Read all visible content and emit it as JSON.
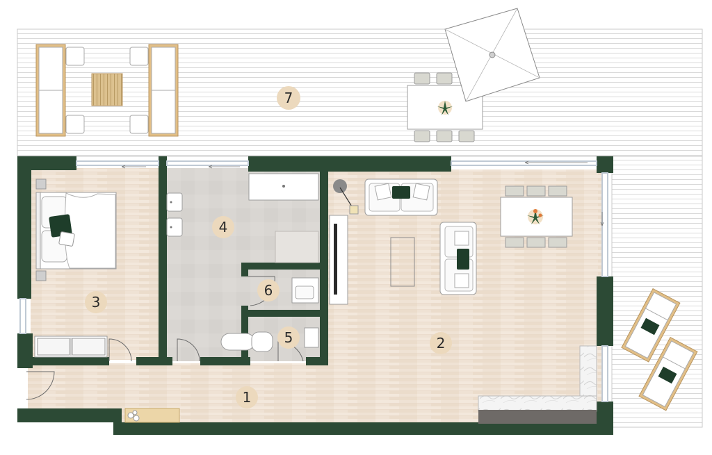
{
  "rooms": [
    {
      "id": "1",
      "label": "1"
    },
    {
      "id": "2",
      "label": "2"
    },
    {
      "id": "3",
      "label": "3"
    },
    {
      "id": "4",
      "label": "4"
    },
    {
      "id": "5",
      "label": "5"
    },
    {
      "id": "6",
      "label": "6"
    },
    {
      "id": "7",
      "label": "7"
    }
  ],
  "colors": {
    "wall": "#2c4a35",
    "wood_floor": "#efe3d6",
    "tile_floor": "#d8d5d1",
    "deck_line": "#d7d7d7",
    "label_circle": "#ecd9bd",
    "cushion_green": "#1e3d2a",
    "wood_frame": "#e2bf87",
    "counter_dark": "#6e6a67"
  },
  "icons": [
    "bed-icon",
    "sofa-icon",
    "dining-table-icon",
    "parasol-icon",
    "sun-lounger-icon",
    "toilet-icon",
    "sink-icon",
    "bathtub-icon",
    "shower-icon",
    "floor-lamp-icon",
    "plant-icon",
    "door-swing-icon"
  ]
}
